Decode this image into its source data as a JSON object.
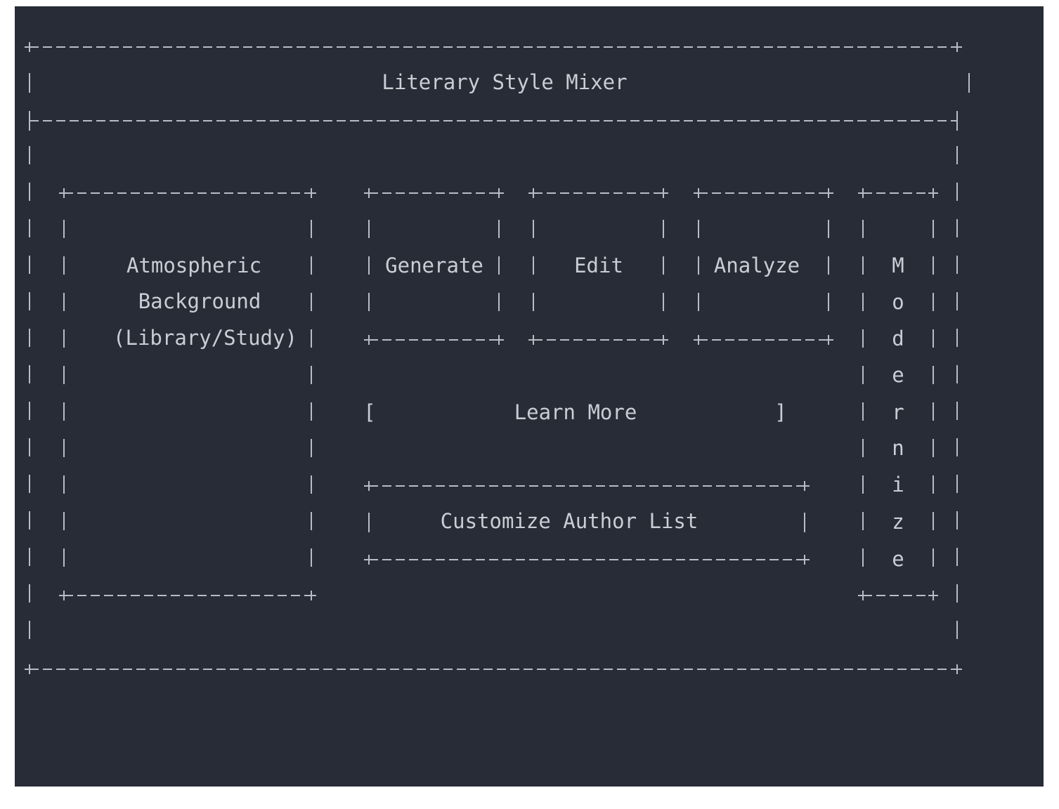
{
  "app": {
    "title": "Literary Style Mixer"
  },
  "background_panel": {
    "lines": [
      "Atmospheric",
      "Background",
      "(Library/Study)"
    ]
  },
  "actions": {
    "generate": "Generate",
    "edit": "Edit",
    "analyze": "Analyze",
    "learn_more": "Learn More",
    "customize": "Customize Author List",
    "modernize_letters": [
      "M",
      "o",
      "d",
      "e",
      "r",
      "n",
      "i",
      "z",
      "e"
    ]
  },
  "glyphs": {
    "bracket_open": "[",
    "bracket_close": "]"
  }
}
